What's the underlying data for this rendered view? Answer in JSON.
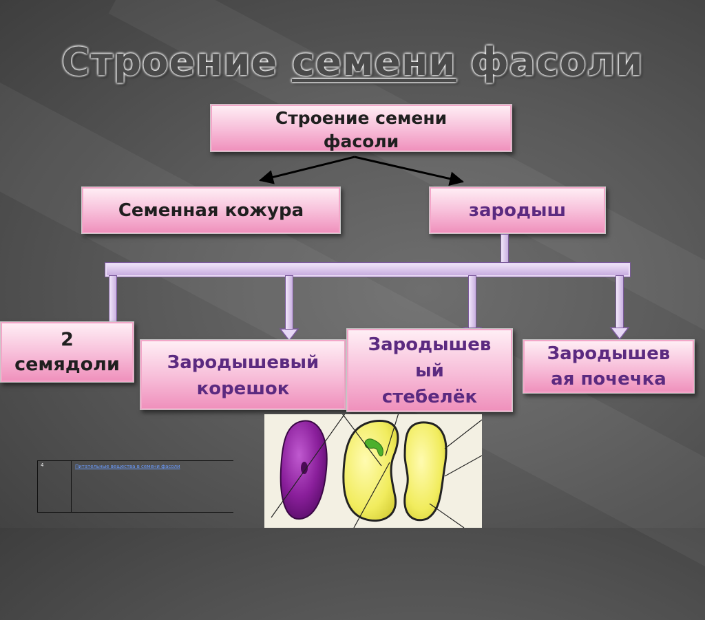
{
  "title": {
    "word1": "Строение",
    "word2": "семени",
    "word3": "фасоли"
  },
  "root": {
    "line1": "Строение семени",
    "line2": "фасоли"
  },
  "level2": {
    "coat": "Семенная кожура",
    "embryo": "зародыш"
  },
  "parts": [
    {
      "line1": "2",
      "line2": "семядоли"
    },
    {
      "line1": "Зародышевый",
      "line2": "корешок"
    },
    {
      "line1": "Зародышев",
      "line2": "ый",
      "line3": "стебелёк"
    },
    {
      "line1": "Зародышев",
      "line2": "ая почечка"
    }
  ],
  "table": {
    "number": "4",
    "link_text": "Питательные вещества в семени фасоли"
  },
  "colors": {
    "box_pink": "#f7bcd8",
    "label_purple": "#5b2a80",
    "connector_lavender": "#c3a6dd"
  }
}
